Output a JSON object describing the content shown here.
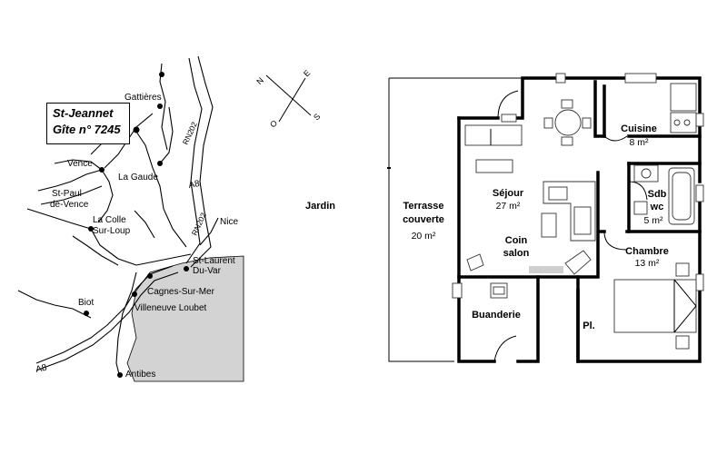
{
  "map": {
    "gite_line1": "St-Jeannet",
    "gite_line2": "Gîte n° 7245",
    "towns": {
      "gattieres": "Gattières",
      "vence": "Vence",
      "la_gaude": "La Gaude",
      "st_paul_1": "St-Paul",
      "st_paul_2": "de-Vence",
      "la_colle_1": "La Colle",
      "la_colle_2": "Sur-Loup",
      "nice": "Nice",
      "st_laurent_1": "St-Laurent",
      "st_laurent_2": "Du-Var",
      "cagnes": "Cagnes-Sur-Mer",
      "villeneuve": "Villeneuve Loubet",
      "biot": "Biot",
      "antibes": "Antibes"
    },
    "roads": {
      "rn202_top": "RN202",
      "a8_top": "A8",
      "rn202_mid": "RN202",
      "a8_bottom": "A8"
    }
  },
  "compass": {
    "n": "N",
    "e": "E",
    "s": "S",
    "o": "O"
  },
  "jardin": "Jardin",
  "plan": {
    "terrasse_1": "Terrasse",
    "terrasse_2": "couverte",
    "terrasse_area": "20 m²",
    "sejour": "Séjour",
    "sejour_area": "27 m²",
    "coin": "Coin",
    "salon": "salon",
    "cuisine": "Cuisine",
    "cuisine_area": "8 m²",
    "sdb": "Sdb",
    "wc": "wc",
    "sdb_area": "5 m²",
    "chambre": "Chambre",
    "chambre_area": "13 m²",
    "buanderie": "Buanderie",
    "pl": "Pl."
  }
}
